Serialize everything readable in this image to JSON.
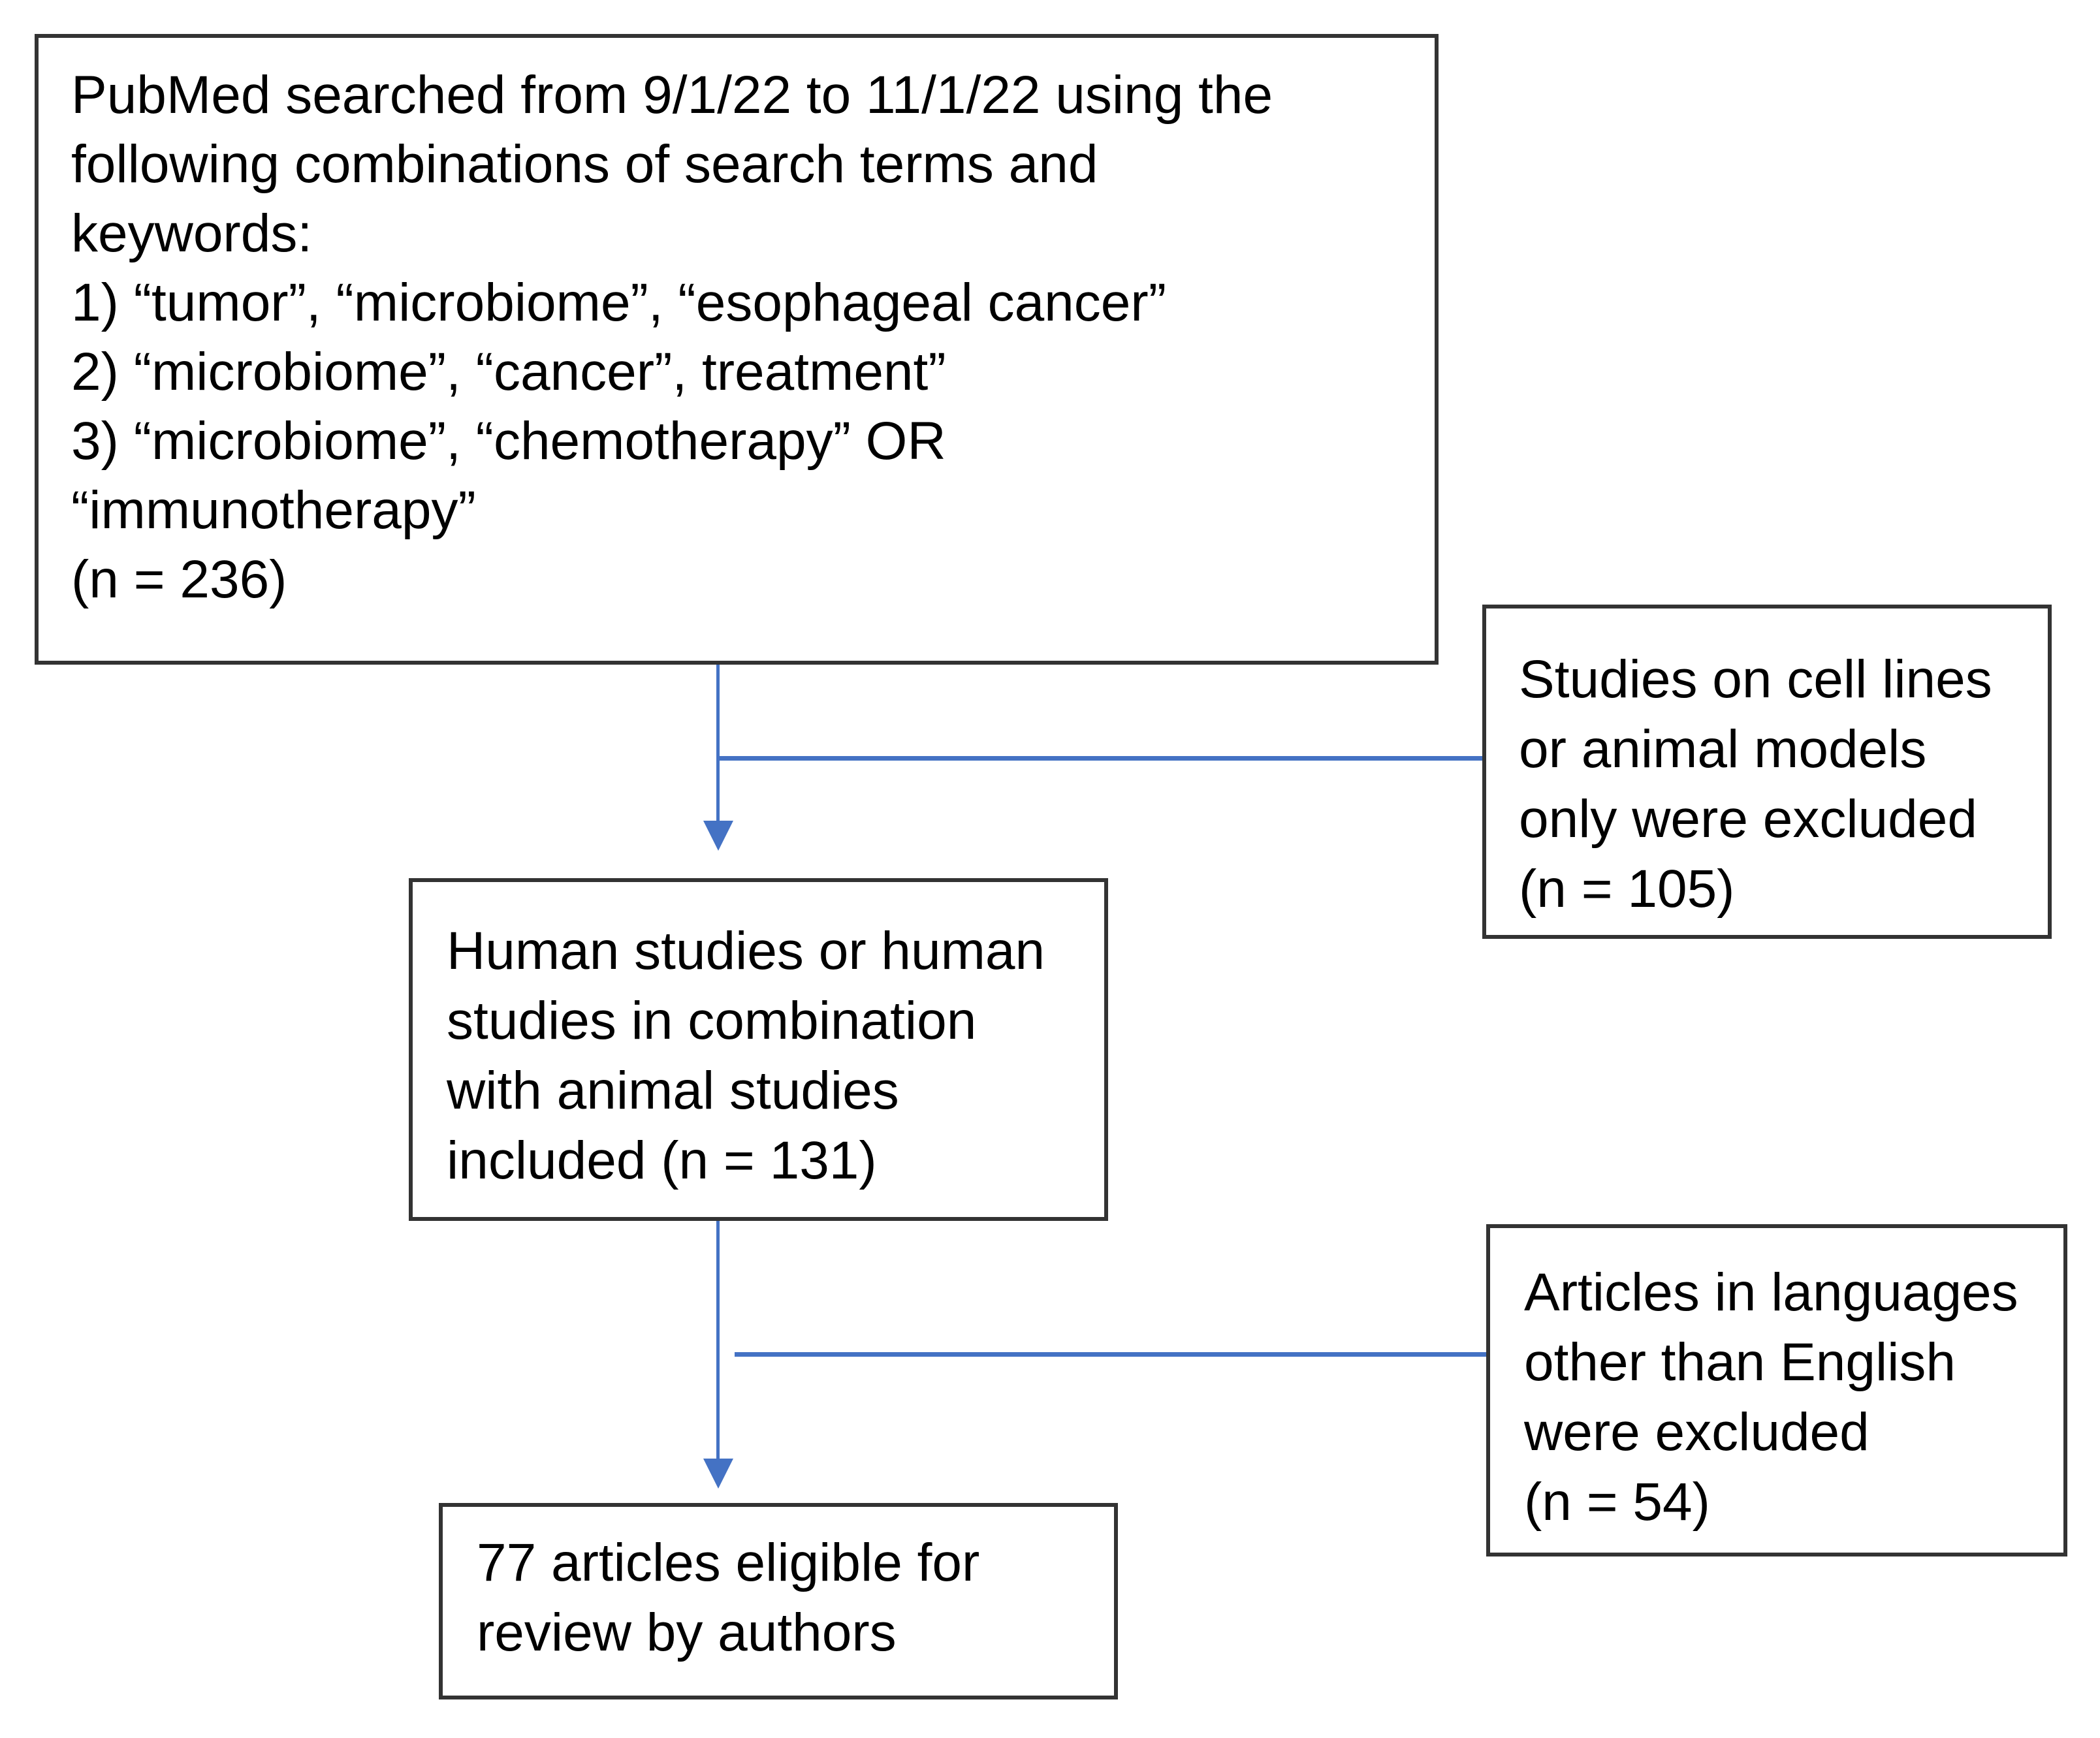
{
  "colors": {
    "connector_blue": "#4472C4",
    "box_border": "#333333",
    "text": "#000000",
    "background": "#FFFFFF"
  },
  "flowchart": {
    "search_box": {
      "text": "PubMed searched from 9/1/22 to 11/1/22 using the\nfollowing combinations of search terms and\nkeywords:\n1) “tumor”, “microbiome”, “esophageal cancer”\n2) “microbiome”, “cancer”, treatment”\n3) “microbiome”, “chemotherapy” OR\n“immunotherapy”\n(n = 236)"
    },
    "excluded_cell_animal_box": {
      "text": "Studies on cell lines\nor animal models\nonly were excluded\n(n = 105)"
    },
    "human_studies_box": {
      "text": "Human studies or human\nstudies in combination\nwith animal studies\nincluded (n = 131)"
    },
    "excluded_language_box": {
      "text": "Articles in languages\nother than English\nwere excluded\n(n = 54)"
    },
    "eligible_box": {
      "text": "77 articles eligible for\nreview by authors"
    }
  },
  "counts": {
    "initial_search_results": 236,
    "excluded_cell_lines_or_animal_only": 105,
    "human_studies_included": 131,
    "excluded_non_english": 54,
    "eligible_for_review": 77
  }
}
